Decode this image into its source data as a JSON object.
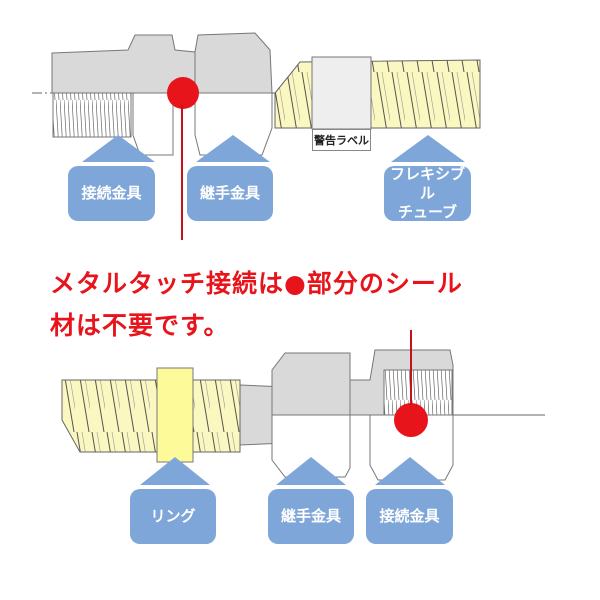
{
  "top_diagram": {
    "labels": {
      "connector": "接続金具",
      "coupling": "継手金具",
      "flexible_tube": [
        "フレキシブル",
        "チューブ"
      ],
      "warning_label": "警告ラベル"
    }
  },
  "note": {
    "line1": "メタルタッチ接続は●部分のシール",
    "line2": "材は不要です。"
  },
  "bottom_diagram": {
    "labels": {
      "ring": "リング",
      "coupling": "継手金具",
      "connector": "接続金具"
    }
  },
  "colors": {
    "metal": "#d9d9d9",
    "hose": "#fbf7c0",
    "ring": "#fdfa9a",
    "callout": "#7fa6d8",
    "seal_point": "#e8141c"
  }
}
